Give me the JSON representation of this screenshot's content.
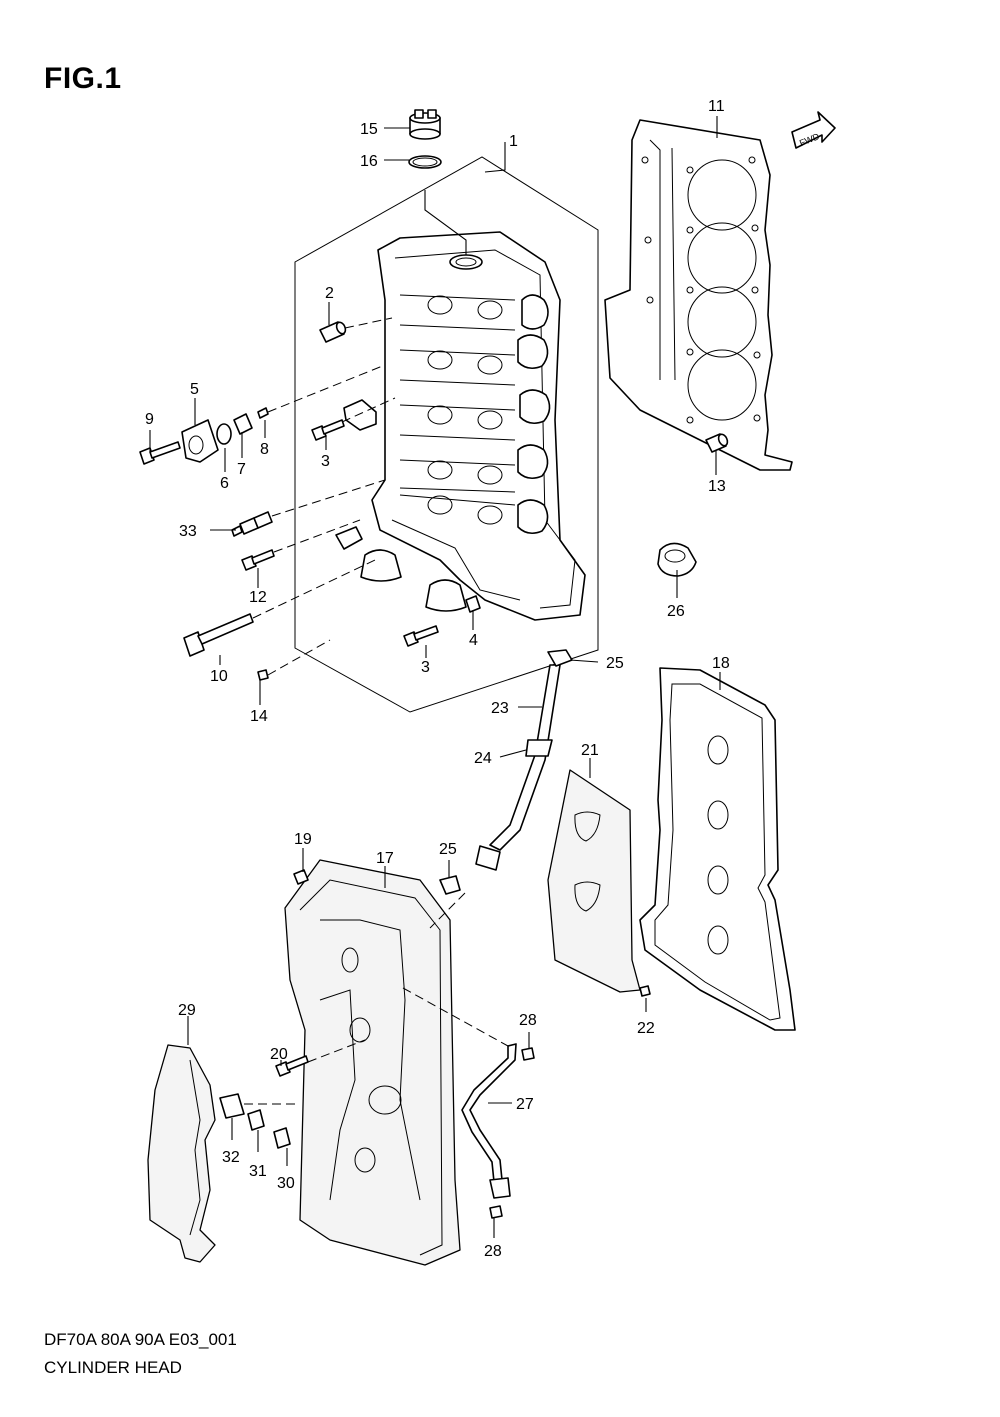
{
  "figure": {
    "title": "FIG.1",
    "model_code": "DF70A 80A 90A E03_001",
    "name": "CYLINDER HEAD",
    "direction_marker": "FWD"
  },
  "callouts": [
    {
      "id": "c1",
      "number": "1"
    },
    {
      "id": "c2",
      "number": "2"
    },
    {
      "id": "c3a",
      "number": "3"
    },
    {
      "id": "c3b",
      "number": "3"
    },
    {
      "id": "c4",
      "number": "4"
    },
    {
      "id": "c5",
      "number": "5"
    },
    {
      "id": "c6",
      "number": "6"
    },
    {
      "id": "c7",
      "number": "7"
    },
    {
      "id": "c8",
      "number": "8"
    },
    {
      "id": "c9",
      "number": "9"
    },
    {
      "id": "c10",
      "number": "10"
    },
    {
      "id": "c11",
      "number": "11"
    },
    {
      "id": "c12",
      "number": "12"
    },
    {
      "id": "c13",
      "number": "13"
    },
    {
      "id": "c14",
      "number": "14"
    },
    {
      "id": "c15",
      "number": "15"
    },
    {
      "id": "c16",
      "number": "16"
    },
    {
      "id": "c17",
      "number": "17"
    },
    {
      "id": "c18",
      "number": "18"
    },
    {
      "id": "c19",
      "number": "19"
    },
    {
      "id": "c20",
      "number": "20"
    },
    {
      "id": "c21",
      "number": "21"
    },
    {
      "id": "c22",
      "number": "22"
    },
    {
      "id": "c23",
      "number": "23"
    },
    {
      "id": "c24",
      "number": "24"
    },
    {
      "id": "c25a",
      "number": "25"
    },
    {
      "id": "c25b",
      "number": "25"
    },
    {
      "id": "c26",
      "number": "26"
    },
    {
      "id": "c27",
      "number": "27"
    },
    {
      "id": "c28a",
      "number": "28"
    },
    {
      "id": "c28b",
      "number": "28"
    },
    {
      "id": "c29",
      "number": "29"
    },
    {
      "id": "c30",
      "number": "30"
    },
    {
      "id": "c31",
      "number": "31"
    },
    {
      "id": "c32",
      "number": "32"
    },
    {
      "id": "c33",
      "number": "33"
    }
  ]
}
